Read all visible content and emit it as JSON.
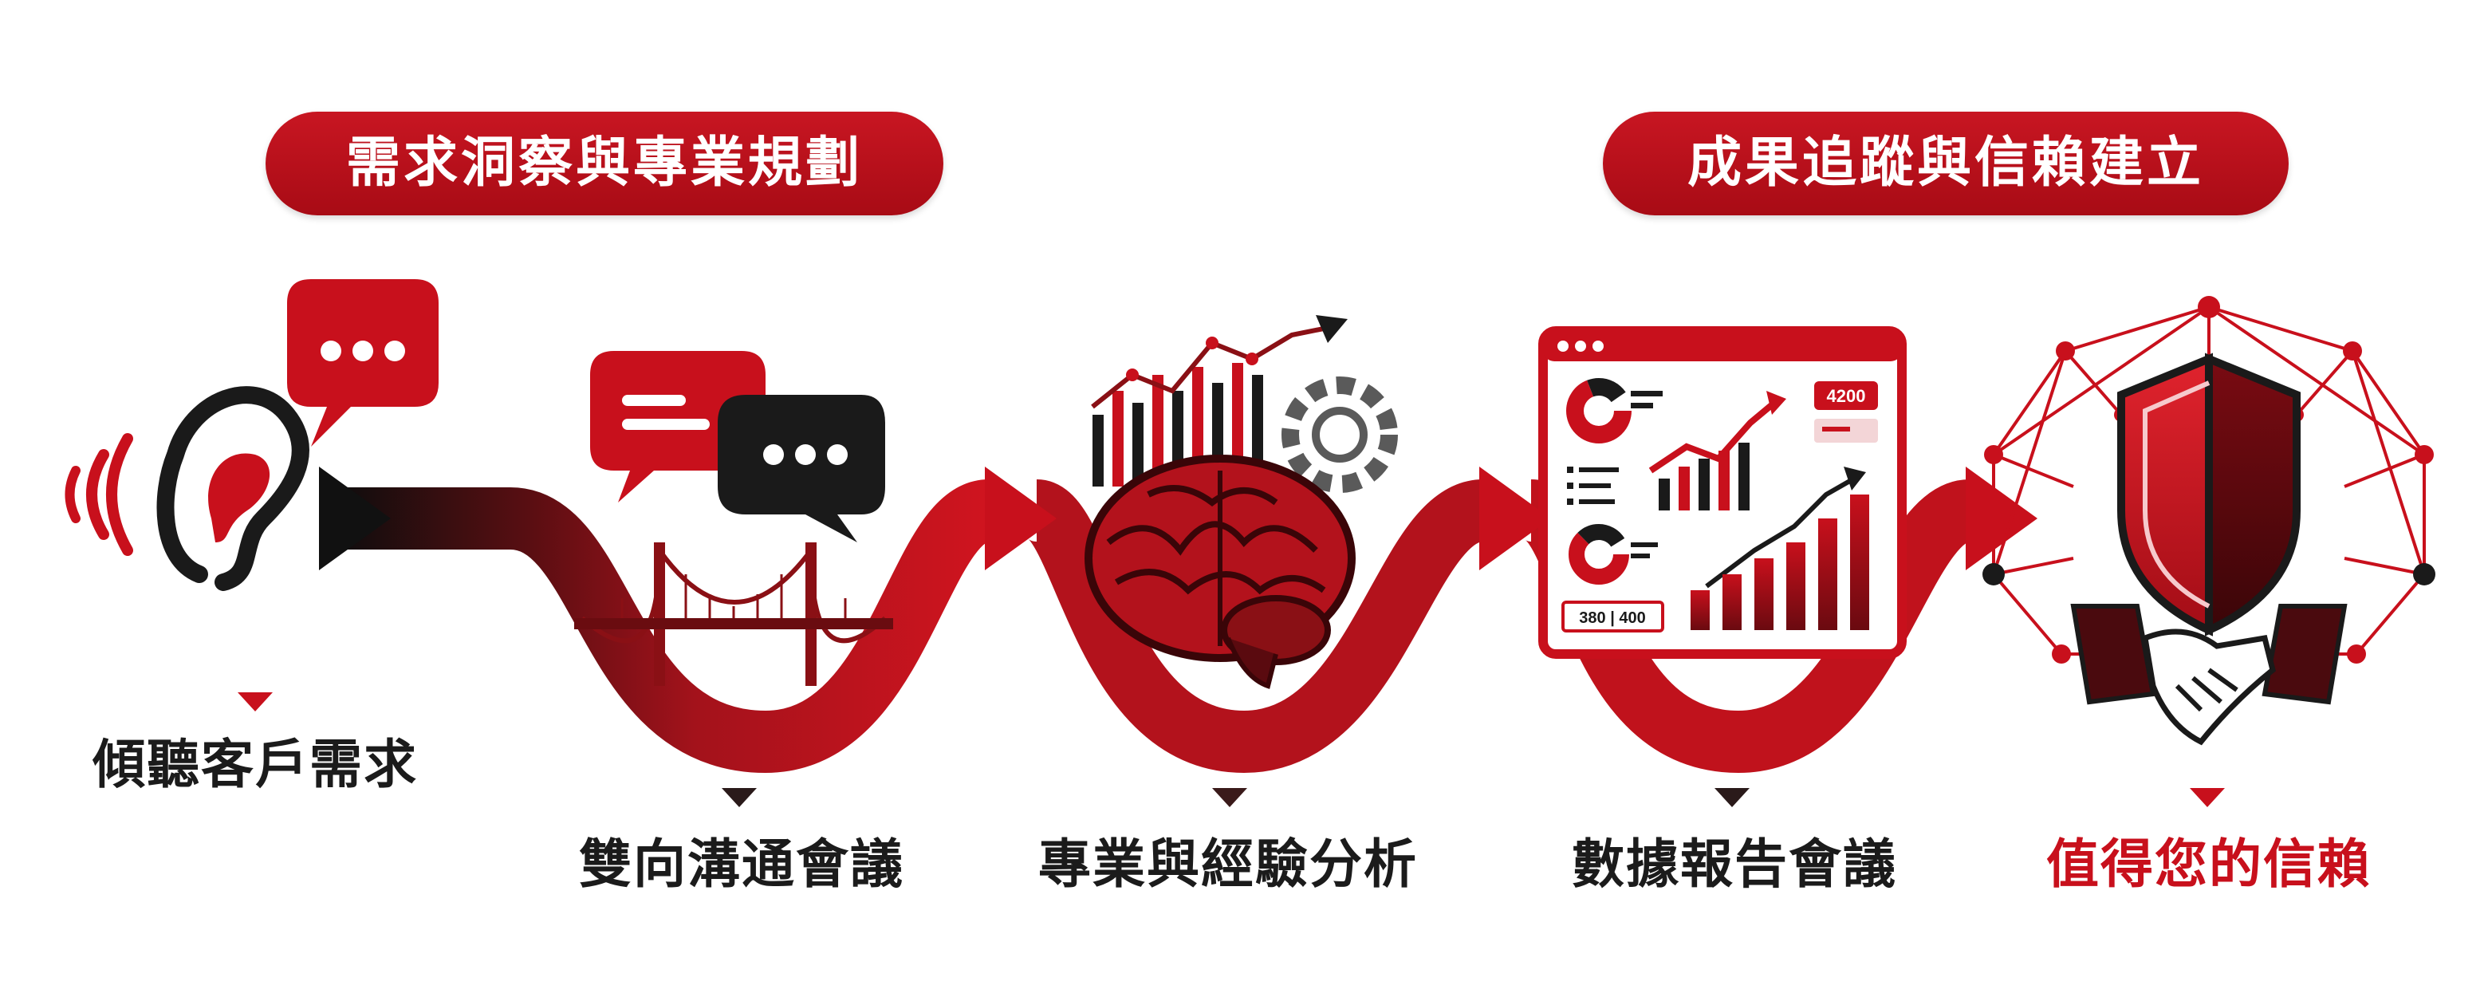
{
  "headers": {
    "left": "需求洞察與專業規劃",
    "right": "成果追蹤與信賴建立"
  },
  "steps": [
    {
      "label": "傾聽客戶需求",
      "icon": "ear-listening-icon"
    },
    {
      "label": "雙向溝通會議",
      "icon": "speech-bubbles-bridge-icon"
    },
    {
      "label": "專業與經驗分析",
      "icon": "brain-analysis-icon"
    },
    {
      "label": "數據報告會議",
      "icon": "dashboard-report-icon"
    },
    {
      "label": "值得您的信賴",
      "icon": "shield-handshake-icon"
    }
  ],
  "dashboard": {
    "top_value": "4200",
    "bottom_value": "380 | 400"
  },
  "colors": {
    "accent": "#c8101c",
    "dark": "#1a1a1a",
    "text": "#1b1b1b"
  }
}
